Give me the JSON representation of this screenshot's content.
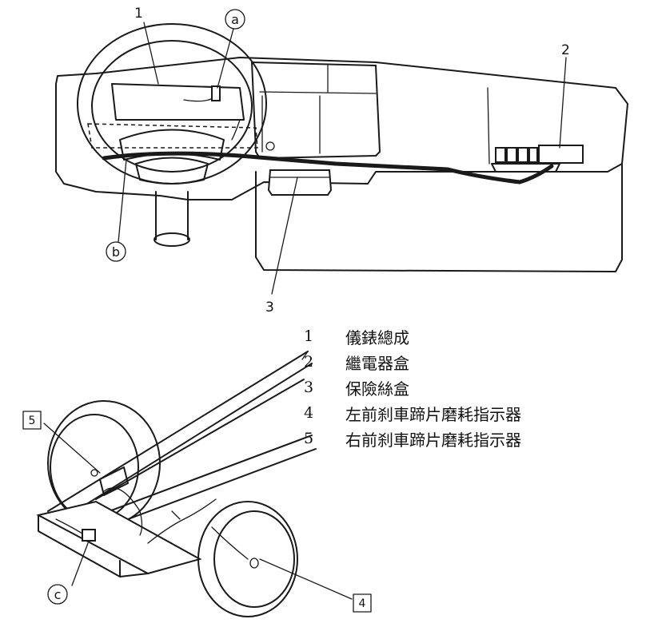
{
  "callouts": {
    "top": {
      "num1": "1",
      "num2": "2",
      "num3": "3",
      "a": "a",
      "b": "b"
    },
    "bottom": {
      "box5": "5",
      "box4": "4",
      "c": "c"
    }
  },
  "legend": [
    {
      "num": "1",
      "text": "儀錶總成"
    },
    {
      "num": "2",
      "text": "繼電器盒"
    },
    {
      "num": "3",
      "text": "保險絲盒"
    },
    {
      "num": "4",
      "text": "左前刹車蹄片磨耗指示器"
    },
    {
      "num": "5",
      "text": "右前刹車蹄片磨耗指示器"
    }
  ]
}
